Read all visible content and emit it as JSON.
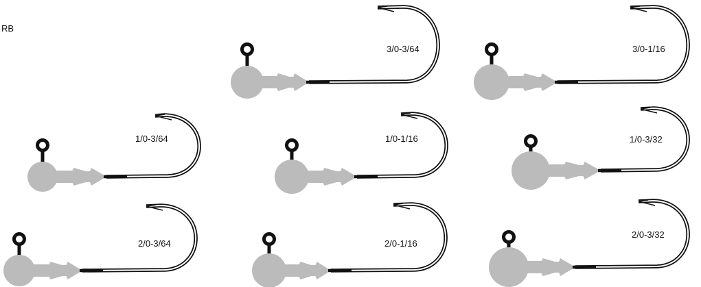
{
  "corner_code": "RB",
  "colors": {
    "head": "#bbbbbb",
    "hook": "#111111",
    "background": "#ffffff"
  },
  "jigs": [
    {
      "label": "3/0-3/64"
    },
    {
      "label": "3/0-1/16"
    },
    {
      "label": "1/0-3/64"
    },
    {
      "label": "1/0-1/16"
    },
    {
      "label": "1/0-3/32"
    },
    {
      "label": "2/0-3/64"
    },
    {
      "label": "2/0-1/16"
    },
    {
      "label": "2/0-3/32"
    }
  ]
}
